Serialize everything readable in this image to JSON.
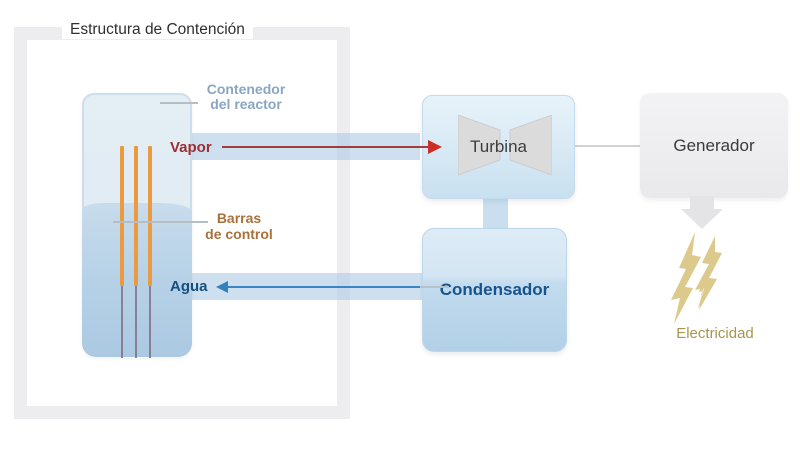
{
  "diagram": {
    "title": "Estructura de Contención",
    "labels": {
      "reactor_container_line1": "Contenedor",
      "reactor_container_line2": "del reactor",
      "steam": "Vapor",
      "control_rods_line1": "Barras",
      "control_rods_line2": "de control",
      "water": "Agua",
      "turbine": "Turbina",
      "condenser": "Condensador",
      "generator": "Generador",
      "electricity": "Electricidad"
    },
    "colors": {
      "steam_label": "#9c2e34",
      "steam_arrow": "#cd2d26",
      "water_label": "#16507d",
      "water_arrow": "#3381bd",
      "control_rods": "#eb9a40",
      "control_rods_label": "#a9713c",
      "reactor_container_label": "#8aa6c3",
      "pipe_blue": "#d8e6f2",
      "containment_frame": "#ededef",
      "electricity_label": "#a8964e",
      "lightning": "#dcc98c"
    }
  }
}
